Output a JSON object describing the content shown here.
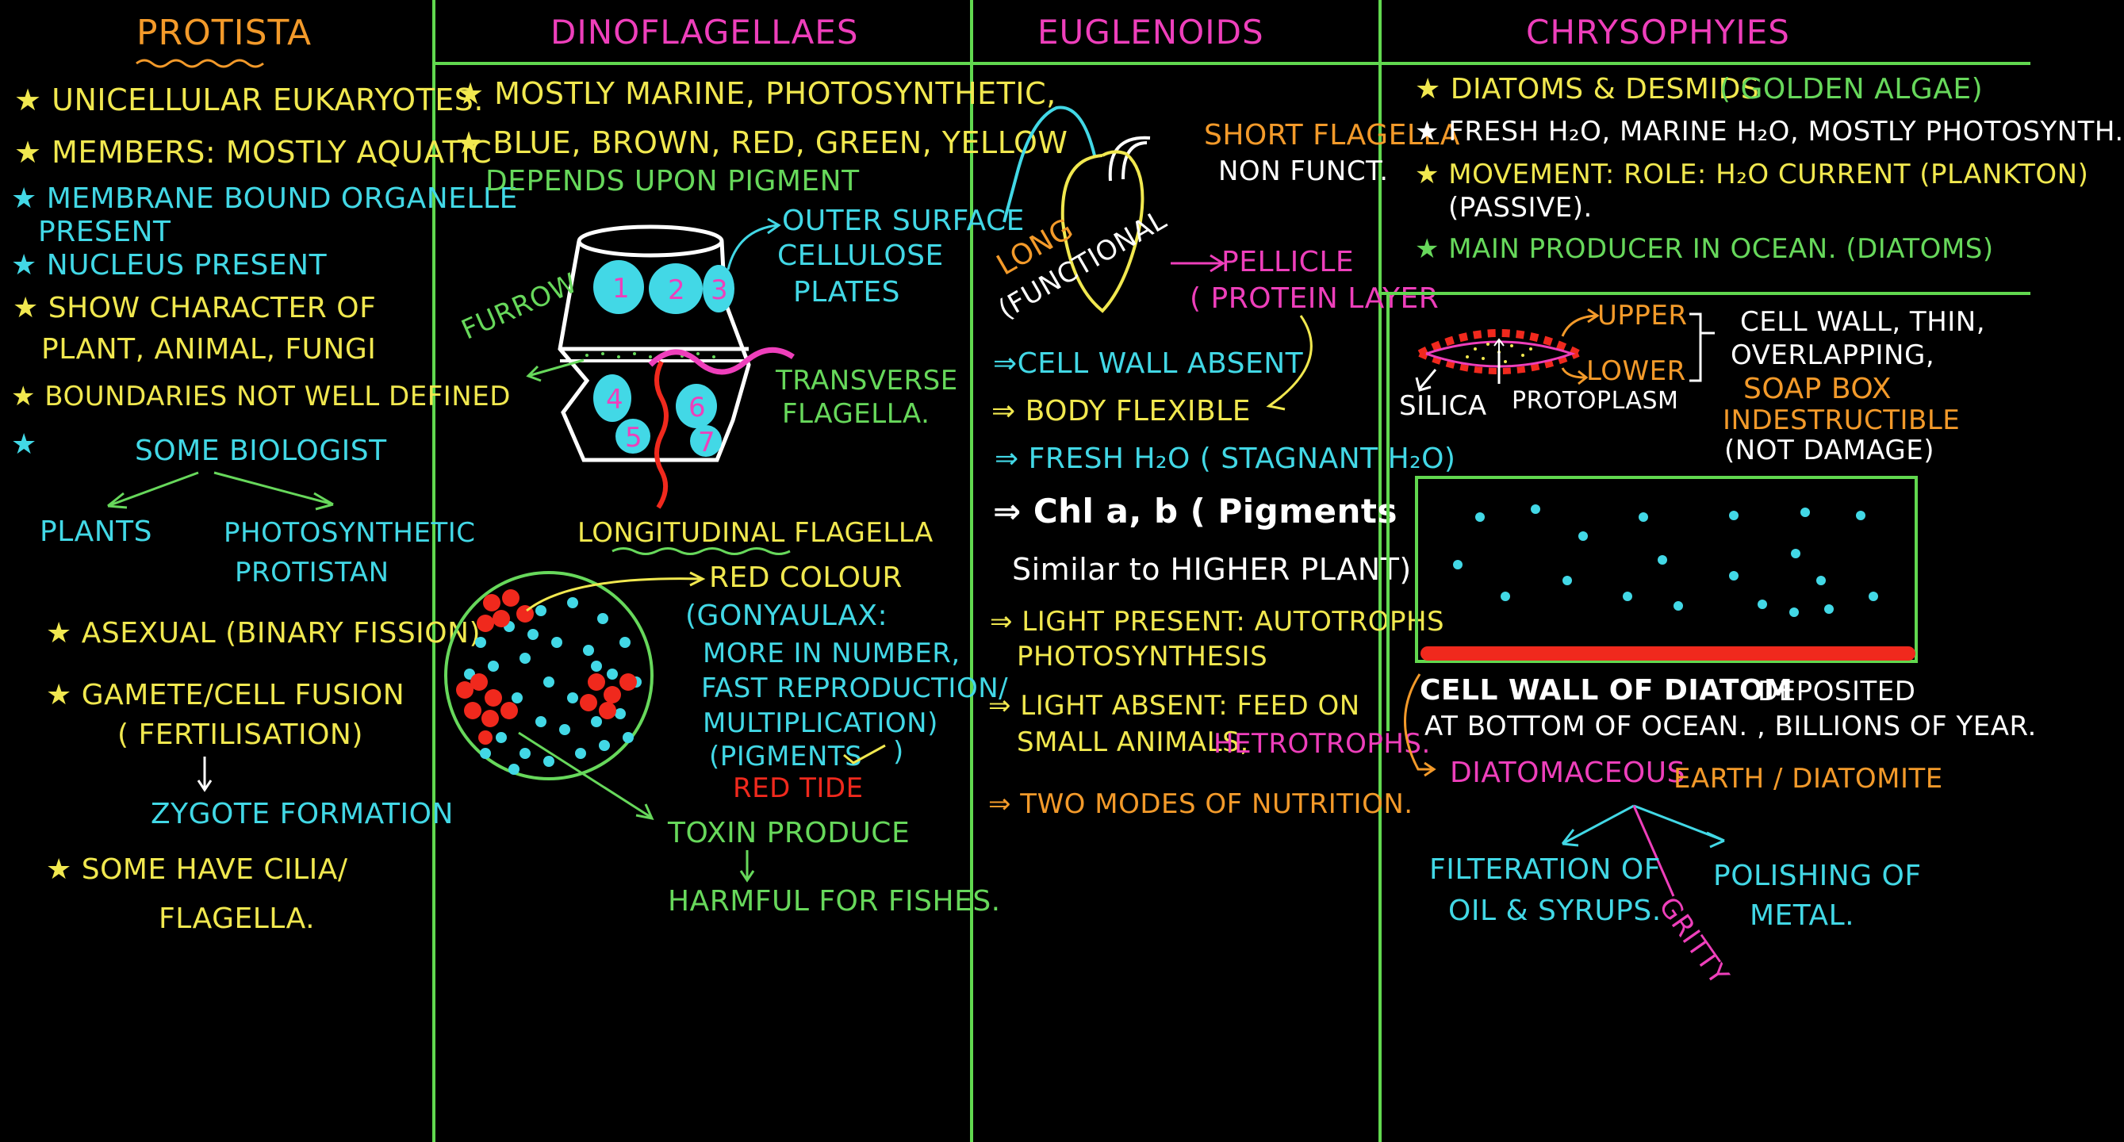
{
  "protista": {
    "header": "PROTISTA",
    "items": [
      "★ UNICELLULAR EUKARYOTES.",
      "★ MEMBERS: MOSTLY AQUATIC",
      "★ MEMBRANE BOUND ORGANELLE",
      "PRESENT",
      "★ NUCLEUS PRESENT",
      "★ SHOW CHARACTER OF",
      "PLANT, ANIMAL, FUNGI",
      "★ BOUNDARIES NOT WELL DEFINED",
      "★",
      "SOME BIOLOGIST"
    ],
    "branch_left": "PLANTS",
    "branch_right_1": "PHOTOSYNTHETIC",
    "branch_right_2": "PROTISTAN",
    "asexual": "★ ASEXUAL (BINARY FISSION)",
    "gamete_1": "★ GAMETE/CELL FUSION",
    "gamete_2": "( FERTILISATION)",
    "zygote": "ZYGOTE FORMATION",
    "cilia_1": "★ SOME HAVE CILIA/",
    "cilia_2": "FLAGELLA."
  },
  "dino": {
    "header": "DINOFLAGELLAES",
    "line1": "★ MOSTLY MARINE, PHOTOSYNTHETIC,",
    "line2": "★ BLUE, BROWN, RED, GREEN, YELLOW",
    "line3": "DEPENDS UPON PIGMENT",
    "outer_1": "OUTER SURFACE",
    "outer_2": "CELLULOSE",
    "outer_3": "PLATES",
    "furrow": "FURROW",
    "transverse_1": "TRANSVERSE",
    "transverse_2": "FLAGELLA.",
    "longitudinal": "LONGITUDINAL FLAGELLA",
    "plates": [
      "1",
      "2",
      "3",
      "4",
      "5",
      "6",
      "7"
    ],
    "red_colour": "RED COLOUR",
    "gonyaulax": "(GONYAULAX:",
    "more_number": "MORE IN NUMBER,",
    "fast_repro": "FAST REPRODUCTION/",
    "multiplication": "MULTIPLICATION)",
    "pigments": "(PIGMENTS",
    "pigments_close": ")",
    "red_tide": "RED TIDE",
    "toxin": "TOXIN PRODUCE",
    "harmful": "HARMFUL FOR FISHES."
  },
  "eugl": {
    "header": "EUGLENOIDS",
    "short_flag": "SHORT FLAGELLA",
    "non_func": "NON FUNCT.",
    "long": "LONG",
    "functional": "(FUNCTIONAL",
    "pellicle": "PELLICLE",
    "protein": "( PROTEIN LAYER",
    "cell_wall": "⇒CELL WALL ABSENT",
    "body": "⇒ BODY FLEXIBLE",
    "fresh": "⇒ FRESH H₂O ( STAGNANT H₂O)",
    "chl": "⇒ Chl a, b ( Pigments",
    "similar": "Similar to HIGHER PLANT)",
    "light_p1": "⇒ LIGHT PRESENT: AUTOTROPHS",
    "light_p2": "PHOTOSYNTHESIS",
    "light_a1": "⇒ LIGHT ABSENT: FEED ON",
    "light_a2a": "SMALL ANIMALS,",
    "light_a2b": "HETROTROPHS.",
    "two_modes": "⇒ TWO MODES OF NUTRITION."
  },
  "chryso": {
    "header": "CHRYSOPHYIES",
    "l1a": "★ DIATOMS & DESMIDS",
    "l1b": "( GOLDEN ALGAE)",
    "l2": "★ FRESH H₂O, MARINE H₂O, MOSTLY PHOTOSYNTH.",
    "l3": "★ MOVEMENT: ROLE: H₂O CURRENT (PLANKTON)",
    "l3b": "(PASSIVE).",
    "l4": "★ MAIN PRODUCER IN OCEAN. (DIATOMS)",
    "upper": "UPPER",
    "lower": "LOWER",
    "silica": "SILICA",
    "protoplasm": "PROTOPLASM",
    "wall_1": "CELL WALL, THIN,",
    "wall_2": "OVERLAPPING,",
    "soap": "SOAP BOX",
    "indestructible": "INDESTRUCTIBLE",
    "not_damage": "(NOT DAMAGE)",
    "deposit_1a": "CELL WALL OF DIATOM",
    "deposit_1b": "DEPOSITED",
    "deposit_2": "AT BOTTOM OF OCEAN. , BILLIONS OF YEAR.",
    "earth_a": "DIATOMACEOUS",
    "earth_b": "EARTH / DIATOMITE",
    "filter_1": "FILTERATION OF",
    "filter_2": "OIL & SYRUPS.",
    "polish_1": "POLISHING OF",
    "polish_2": "METAL.",
    "gritty": "GRITTY"
  }
}
